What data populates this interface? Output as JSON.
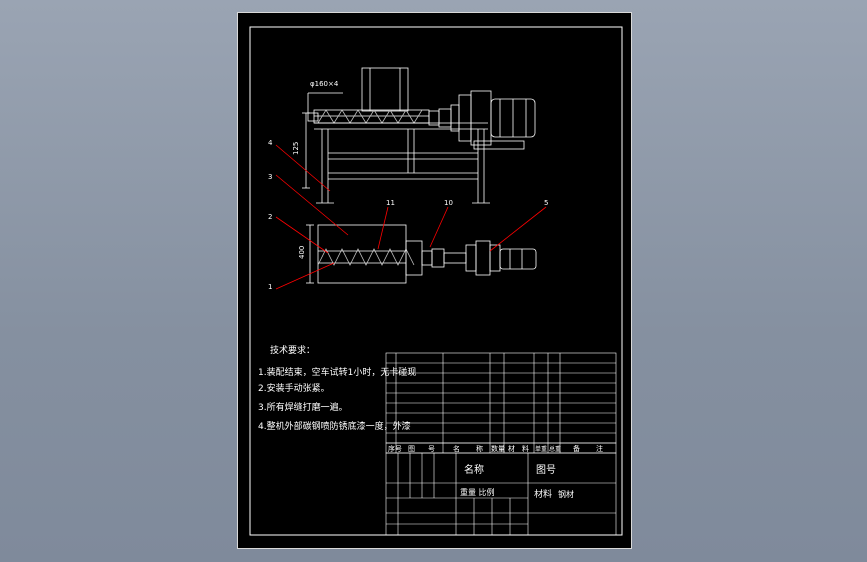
{
  "colors": {
    "background_top": "#9aa4b3",
    "sheet": "#000000",
    "line": "#ffffff",
    "leader": "#ff0000",
    "part": "#c0c0c0"
  },
  "drawing": {
    "dim_diameter": "φ160×4",
    "dim_height": "125",
    "dim_width": "400"
  },
  "callouts": {
    "c1": "1",
    "c2": "2",
    "c3": "3",
    "c4": "4",
    "c5": "5",
    "c10": "10",
    "c11": "11"
  },
  "notes": {
    "heading": "技术要求：",
    "line1": "1.装配结束，空车试转1小时，无卡碰现",
    "line2": "2.安装手动张紧。",
    "line3": "3.所有焊缝打磨一遍。",
    "line4": "4.整机外部碳钢喷防锈底漆一度，外漆"
  },
  "title_block": {
    "header_cols": [
      "序号",
      "图",
      "号",
      "名",
      "称",
      "数量",
      "材",
      "料",
      "单重",
      "总重",
      "备",
      "注"
    ],
    "name_label": "名称",
    "drawing_no_label": "图号",
    "material_label": "材料",
    "material_value": "钢材",
    "unit_label": "重量 比例"
  }
}
